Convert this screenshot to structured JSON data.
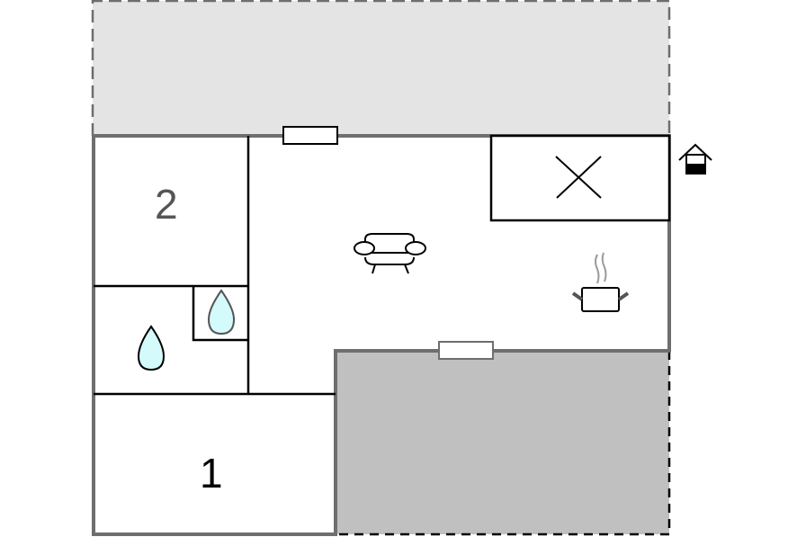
{
  "floorplan": {
    "rooms": [
      {
        "id": "bedroom-2",
        "label": "2",
        "color": "#555555"
      },
      {
        "id": "bedroom-1",
        "label": "1",
        "color": "#000000"
      }
    ],
    "areas": {
      "top_terrace_fill": "#e4e4e4",
      "bottom_terrace_fill": "#c0c0c0",
      "wall_color": "#6e6e6e",
      "interior_wall_color": "#000000",
      "water_fill": "#d4fafc"
    },
    "icons": [
      "house-entrance-icon",
      "sofa-icon",
      "cooking-pot-icon",
      "bath-water-drop-icon",
      "shower-water-drop-icon",
      "stairs-cross-icon",
      "window-icon"
    ]
  }
}
